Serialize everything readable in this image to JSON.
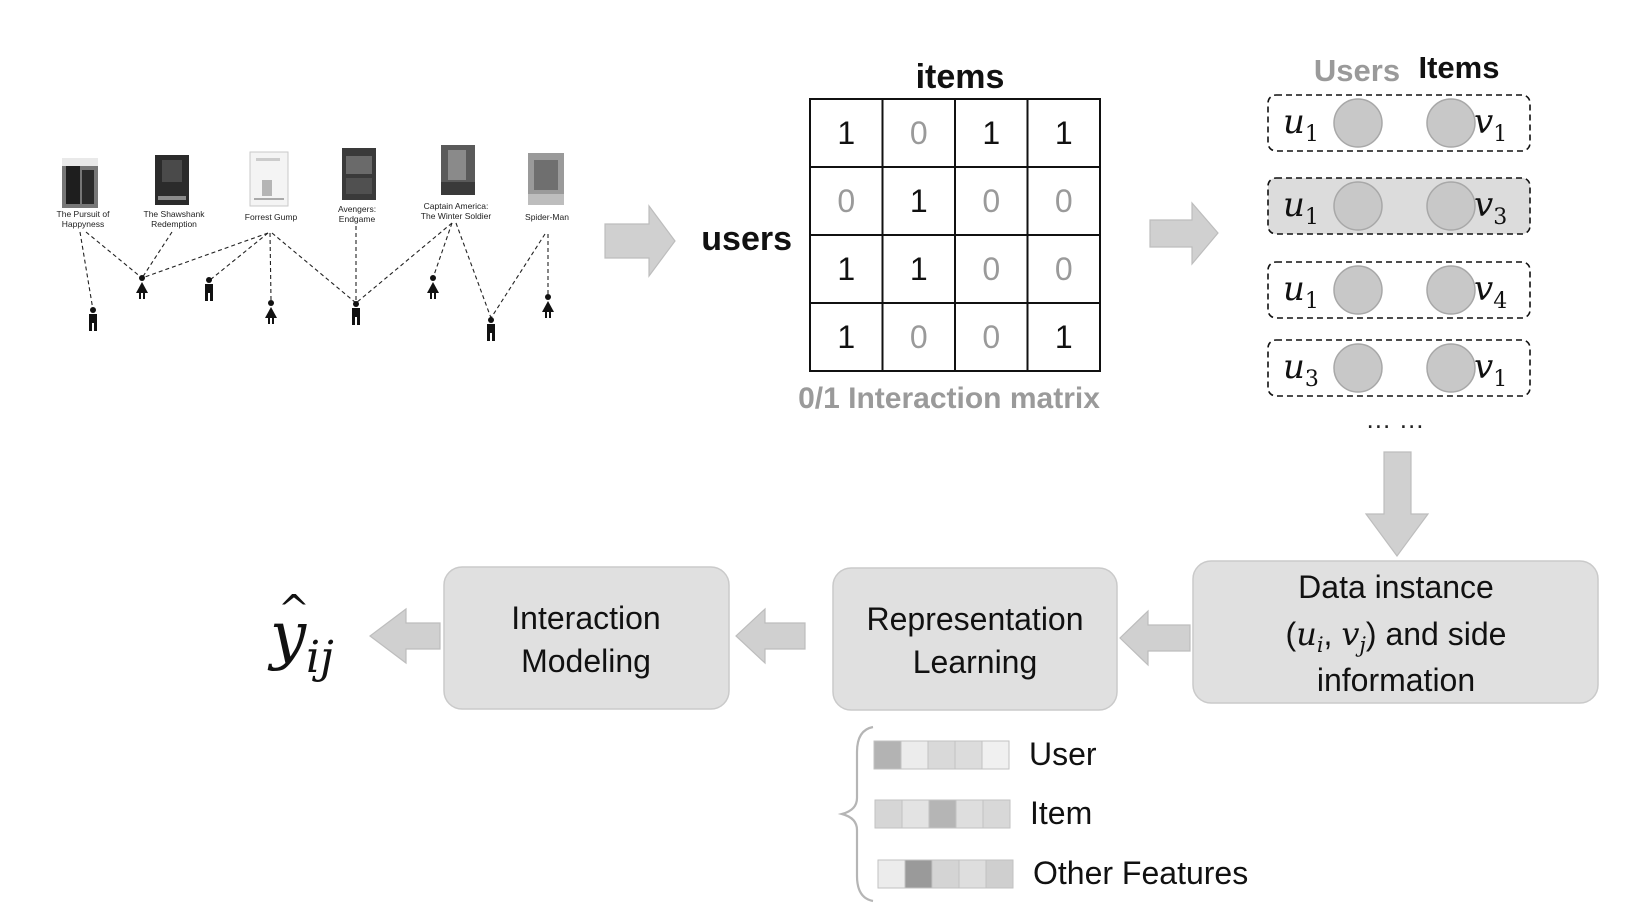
{
  "movies": [
    {
      "title_line1": "The Pursuit of",
      "title_line2": "Happyness"
    },
    {
      "title_line1": "The Shawshank",
      "title_line2": "Redemption"
    },
    {
      "title_line1": "Forrest Gump",
      "title_line2": ""
    },
    {
      "title_line1": "Avengers:",
      "title_line2": "Endgame"
    },
    {
      "title_line1": "Captain America:",
      "title_line2": "The Winter Soldier"
    },
    {
      "title_line1": "Spider-Man",
      "title_line2": ""
    }
  ],
  "matrix": {
    "col_label": "items",
    "row_label": "users",
    "caption": "0/1 Interaction matrix",
    "rows": [
      [
        "1",
        "0",
        "1",
        "1"
      ],
      [
        "0",
        "1",
        "0",
        "0"
      ],
      [
        "1",
        "1",
        "0",
        "0"
      ],
      [
        "1",
        "0",
        "0",
        "1"
      ]
    ]
  },
  "pairs": {
    "users_header": "Users",
    "items_header": "Items",
    "rows": [
      {
        "user_base": "u",
        "user_sub": "1",
        "item_base": "v",
        "item_sub": "1"
      },
      {
        "user_base": "u",
        "user_sub": "1",
        "item_base": "v",
        "item_sub": "3"
      },
      {
        "user_base": "u",
        "user_sub": "1",
        "item_base": "v",
        "item_sub": "4"
      },
      {
        "user_base": "u",
        "user_sub": "3",
        "item_base": "v",
        "item_sub": "1"
      }
    ],
    "ellipsis": "… …"
  },
  "pipeline": {
    "data_instance": {
      "line1": "Data instance",
      "open": "(",
      "u": "u",
      "u_sub": "i",
      "comma": ", ",
      "v": "v",
      "v_sub": "j",
      "close_text": ") and side",
      "line3": "information"
    },
    "representation": {
      "line1": "Representation",
      "line2": "Learning"
    },
    "interaction": {
      "line1": "Interaction",
      "line2": "Modeling"
    },
    "output": {
      "base": "y",
      "hat": "^",
      "sub": "ij"
    }
  },
  "features": [
    {
      "label": "User",
      "shades": [
        "#b3b3b3",
        "#ececec",
        "#d9d9d9",
        "#dcdcdc",
        "#f0f0f0"
      ]
    },
    {
      "label": "Item",
      "shades": [
        "#d6d6d6",
        "#e3e3e3",
        "#b5b5b5",
        "#dedede",
        "#d8d8d8"
      ]
    },
    {
      "label": "Other Features",
      "shades": [
        "#ececec",
        "#9a9a9a",
        "#d4d4d4",
        "#dedede",
        "#cfcfcf"
      ]
    }
  ],
  "colors": {
    "arrow_fill": "#d0d0d0",
    "arrow_stroke": "#bdbdbd",
    "box_fill": "#e0e0e0",
    "box_stroke": "#cacaca",
    "circle_fill": "#c8c8c8",
    "circle_stroke": "#a8a8a8",
    "gray_text": "#9a9a9a",
    "highlight_row": "#dcdcdc"
  }
}
